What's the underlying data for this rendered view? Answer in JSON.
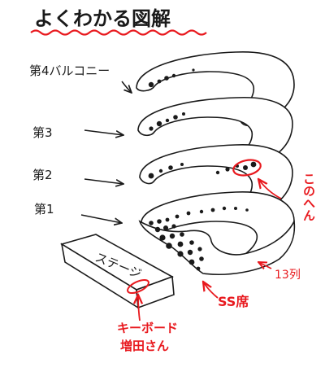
{
  "title": "よくわかる図解",
  "balconies": [
    {
      "label": "第4バルコニー"
    },
    {
      "label": "第3"
    },
    {
      "label": "第2"
    },
    {
      "label": "第1"
    }
  ],
  "stage_label": "ステージ",
  "annotations": {
    "this_area": "このへん",
    "row_13": "13列",
    "ss_seat": "SS席",
    "keyboard": "キーボード",
    "person": "増田さん"
  },
  "colors": {
    "ink": "#1a1a1a",
    "accent": "#e8191e",
    "paper": "#ffffff"
  }
}
